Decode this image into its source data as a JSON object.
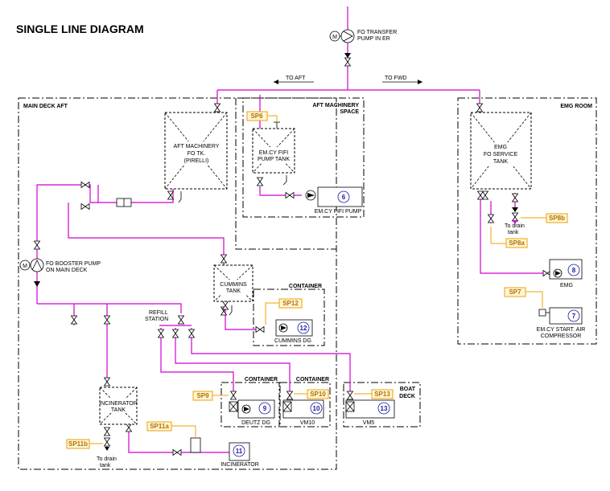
{
  "title": "SINGLE LINE DIAGRAM",
  "flow_labels": {
    "to_aft": "TO AFT",
    "to_fwd": "TO FWD"
  },
  "transfer_pump": {
    "line1": "FO TRANSFER",
    "line2": "PUMP IN ER",
    "motor": "M"
  },
  "booster_pump": {
    "line1": "FO BOOSTER PUMP",
    "line2": "ON MAIN DECK",
    "motor": "M"
  },
  "zones": {
    "main_deck_aft": "MAIN DECK AFT",
    "aft_machinery_1": "AFT MACHINERY",
    "aft_machinery_2": "SPACE",
    "emg_room": "EMG ROOM",
    "container_cummins": "CONTAINER",
    "container_deutz": "CONTAINER",
    "container_vm10": "CONTAINER",
    "boat_deck_1": "BOAT",
    "boat_deck_2": "DECK"
  },
  "tanks": {
    "aft_fo": [
      "AFT MACHINERY",
      "FO TK.",
      "(PIRELLI)"
    ],
    "fifi": [
      "EM.CY FIFI",
      "PUMP TANK"
    ],
    "emg_service": [
      "EMG",
      "FO SERVICE",
      "TANK"
    ],
    "cummins": [
      "CUMMINS",
      "TANK"
    ],
    "incinerator": [
      "INCINERATOR",
      "TANK"
    ]
  },
  "consumers": {
    "fifi_pump": {
      "num": "6",
      "label": "EM.CY FIFI PUMP"
    },
    "emg": {
      "num": "8",
      "label": "EMG"
    },
    "air_compressor": {
      "num": "7",
      "label1": "EM.CY START. AIR",
      "label2": "COMPRESSOR"
    },
    "cummins_dg": {
      "num": "12",
      "label": "CUMMINS DG"
    },
    "deutz_dg": {
      "num": "9",
      "label": "DEUTZ DG"
    },
    "vm10": {
      "num": "10",
      "label": "VM10"
    },
    "vm5": {
      "num": "13",
      "label": "VM5"
    },
    "incinerator": {
      "num": "11",
      "label": "INCINERATOR"
    }
  },
  "refill_station": [
    "REFILL",
    "STATION"
  ],
  "drain_labels": {
    "emg": [
      "To drain",
      "tank"
    ],
    "incinerator": [
      "To drain",
      "tank"
    ]
  },
  "sample_points": {
    "sp6": "SP6",
    "sp8a": "SP8a",
    "sp8b": "SP8b",
    "sp7": "SP7",
    "sp12": "SP12",
    "sp9": "SP9",
    "sp10": "SP10",
    "sp13": "SP13",
    "sp11a": "SP11a",
    "sp11b": "SP11b"
  },
  "colors": {
    "pipe": "#d000d0",
    "sample_point": "#f0a000",
    "consumer_number": "#1a1aa0"
  }
}
